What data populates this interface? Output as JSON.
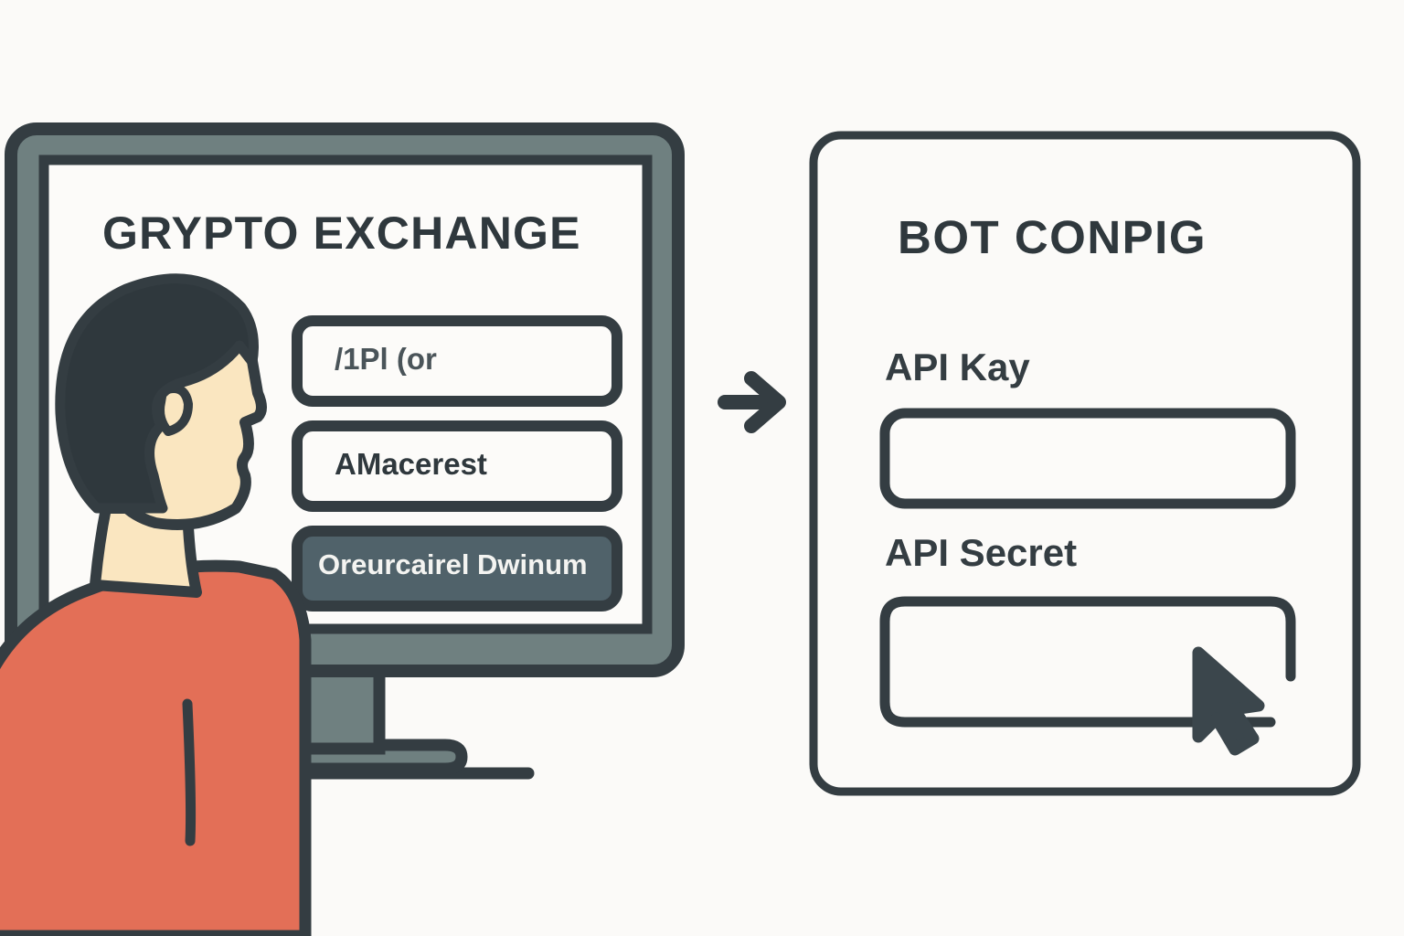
{
  "scene": {
    "background_color": "#fbfaf8",
    "description": "Flat illustration: a person at a crypto exchange monitor on the left, an arrow pointing right, and a bot config panel on the right"
  },
  "palette": {
    "background": "#fbfaf8",
    "outline_dark": "#343d42",
    "monitor_body": "#6f8080",
    "screen_white": "#fcfbf9",
    "button_fill": "#50626a",
    "shirt": "#e36f57",
    "hair": "#2f383d",
    "skin": "#fae6c0"
  },
  "monitor": {
    "screen_title": "GRYPTO EXCHANGE",
    "fields": [
      {
        "name": "api-key-field",
        "text": "/1Pl (or",
        "filled": true
      },
      {
        "name": "api-secret-field",
        "text": "AMacerest",
        "filled": true
      }
    ],
    "button": {
      "name": "generate-button",
      "label": "Oreurcairel Dwinum"
    }
  },
  "person": {
    "name": "user-figure",
    "shirt_color": "#e36f57",
    "hair_color": "#2f383d",
    "skin_color": "#fae6c0"
  },
  "arrow": {
    "name": "flow-arrow",
    "direction": "right",
    "color": "#343d42"
  },
  "bot_config": {
    "title": "BOT CONPIG",
    "fields": [
      {
        "label": "API Kay",
        "value": "",
        "placeholder": "",
        "name": "api-key-input"
      },
      {
        "label": "API Secret",
        "value": "",
        "placeholder": "",
        "name": "api-secret-input"
      }
    ]
  },
  "cursor": {
    "name": "mouse-cursor",
    "color": "#343d42",
    "target": "api-secret-input"
  }
}
